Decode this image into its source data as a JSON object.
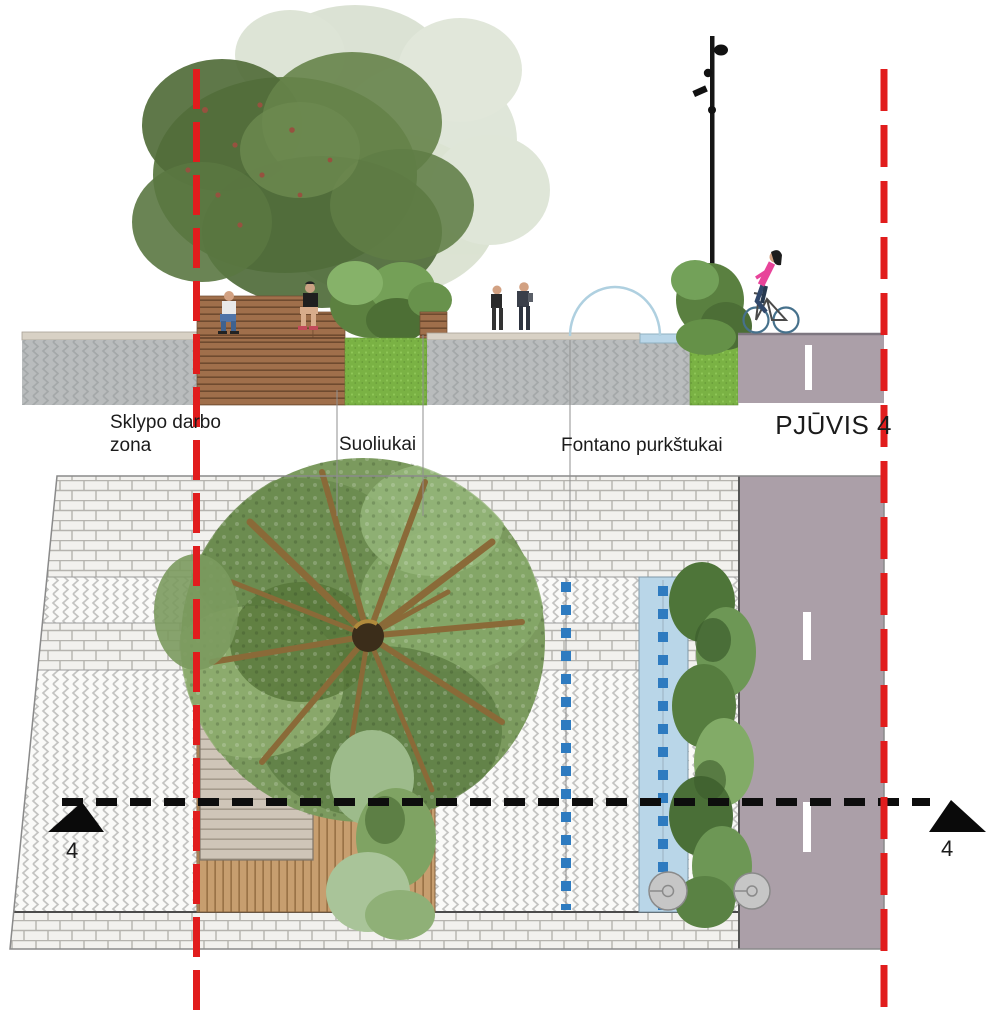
{
  "drawing": {
    "section_title": "PJŪVIS 4",
    "marker_number": "4",
    "annotations": {
      "work_zone": "Sklypo darbo zona",
      "benches": "Suoliukai",
      "fountain_nozzles": "Fontano purkštukai"
    }
  },
  "colors": {
    "cut_line_red": "#e11d1d",
    "section_line_black": "#0d0d0d",
    "road": "#ab9fa8",
    "road_edge": "#7d7680",
    "water_strip": "#b9d6e8",
    "fountain_nozzle_blue": "#2e7bc0",
    "grass": "#7ab244",
    "bench_wood": "#a06f4b",
    "deck_wood": "#c79e6f",
    "pavement_gray": "#b9bcbd"
  }
}
